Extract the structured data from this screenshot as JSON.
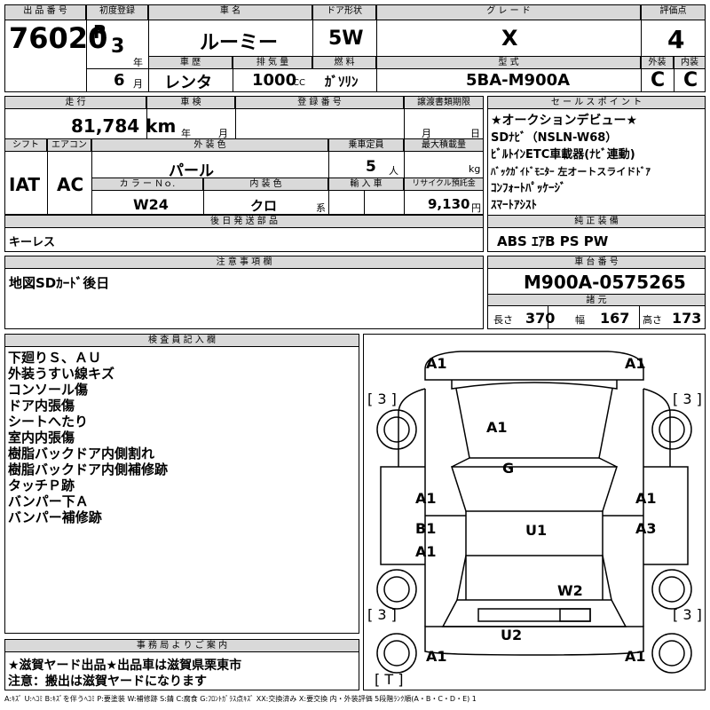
{
  "header": {
    "lot_no_label": "出 品 番 号",
    "lot_no": "76020",
    "first_reg_label": "初度登録",
    "era": "R",
    "year": "3",
    "year_unit": "年",
    "month": "6",
    "month_unit": "月",
    "car_name_label": "車 名",
    "car_name": "ルーミー",
    "door_label": "ドア形状",
    "door": "5W",
    "grade_label": "グ レ ー ド",
    "grade": "X",
    "score_label": "評価点",
    "score": "4",
    "history_label": "車 歴",
    "history": "レンタ",
    "displacement_label": "排 気 量",
    "displacement": "1000",
    "cc": "CC",
    "fuel_label": "燃 料",
    "fuel": "ｶﾞｿﾘﾝ",
    "model_label": "型 式",
    "model": "5BA-M900A",
    "exterior_label": "外装",
    "exterior": "C",
    "interior_label": "内装",
    "interior": "C"
  },
  "row2": {
    "mileage_label": "走 行",
    "mileage": "81,784 km",
    "inspection_label": "車 検",
    "insp_year": "年",
    "insp_month": "月",
    "reg_no_label": "登 録 番 号",
    "transfer_label": "譲渡書類期限",
    "transfer_month": "月",
    "transfer_day": "日",
    "shift_label": "シフト",
    "shift": "IAT",
    "ac_label": "エアコン",
    "ac": "AC",
    "ext_color_label": "外 装 色",
    "ext_color": "パール",
    "capacity_label": "乗車定員",
    "capacity": "5",
    "capacity_unit": "人",
    "max_load_label": "最大積載量",
    "max_load_unit": "kg",
    "color_no_label": "カ ラ ー Ｎｏ.",
    "color_no": "W24",
    "int_color_label": "内 装 色",
    "int_color": "クロ",
    "int_color_unit": "系",
    "import_label": "輸 入 車",
    "recycle_label": "リサイクル預託金",
    "recycle": "9,130",
    "recycle_unit": "円"
  },
  "later": {
    "label": "後 日 発 送 部 品",
    "text": "キーレス"
  },
  "sales": {
    "label": "セ ー ル ス ポ イ ン ト",
    "lines": [
      "★オークションデビュー★",
      "SDﾅﾋﾞ（NSLN-W68）",
      "ﾋﾞﾙﾄｲﾝETC車載器(ﾅﾋﾞ連動)",
      "ﾊﾞｯｸｶﾞｲﾄﾞﾓﾆﾀｰ 左オートスライドﾄﾞｱ",
      "ｺﾝﾌｫｰﾄﾊﾟｯｹｰｼﾞ",
      "ｽﾏｰﾄｱｼｽﾄ"
    ]
  },
  "equip": {
    "label": "純 正 装 備",
    "text": "ABS ｴｱB PS PW"
  },
  "notes": {
    "label": "注 意 事 項 欄",
    "text": "地図SDｶｰﾄﾞ後日"
  },
  "chassis": {
    "label": "車 台 番 号",
    "number": "M900A-0575265",
    "dims_label": "諸 元",
    "length_label": "長さ",
    "length": "370",
    "width_label": "幅",
    "width": "167",
    "height_label": "高さ",
    "height": "173"
  },
  "inspector": {
    "label": "検 査 員 記 入 欄",
    "lines": [
      "下廻りＳ、ＡＵ",
      "外装うすい線キズ",
      "コンソール傷",
      "ドア内張傷",
      "シートへたり",
      "室内内張傷",
      "樹脂バックドア内側割れ",
      "樹脂バックドア内側補修跡",
      "タッチＰ跡",
      "バンパー下Ａ",
      "バンパー補修跡"
    ]
  },
  "diagram": {
    "fl": "A1",
    "fr": "A1",
    "hood": "A1",
    "roof": "G",
    "ld1": "A1",
    "ld2": "B1",
    "ld3": "A1",
    "center": "U1",
    "rd1": "A1",
    "rd2": "A3",
    "rear": "W2",
    "bumper": "U2",
    "rl": "A1",
    "rr": "A1",
    "t1": "[ 3 ]",
    "t2": "[ 3 ]",
    "t3": "[ 3 ]",
    "t4": "[ 3 ]",
    "spare": "[ T ]"
  },
  "office": {
    "label": "事 務 局 よ り ご 案 内",
    "line1": "★滋賀ヤード出品★出品車は滋賀県栗東市",
    "line2": "注意：搬出は滋賀ヤードになります"
  },
  "legend": "A:ｷｽﾞ U:ﾍｺﾐ B:ｷｽﾞを伴うﾍｺﾐ P:要塗装 W:補修跡 S:錆 C:腐食 G:ﾌﾛﾝﾄｶﾞﾗｽ点ｷｽﾞ XX:交換済み X:要交換 内・外装評価 5段階ﾗﾝｸ順(A・B・C・D・E) 1"
}
